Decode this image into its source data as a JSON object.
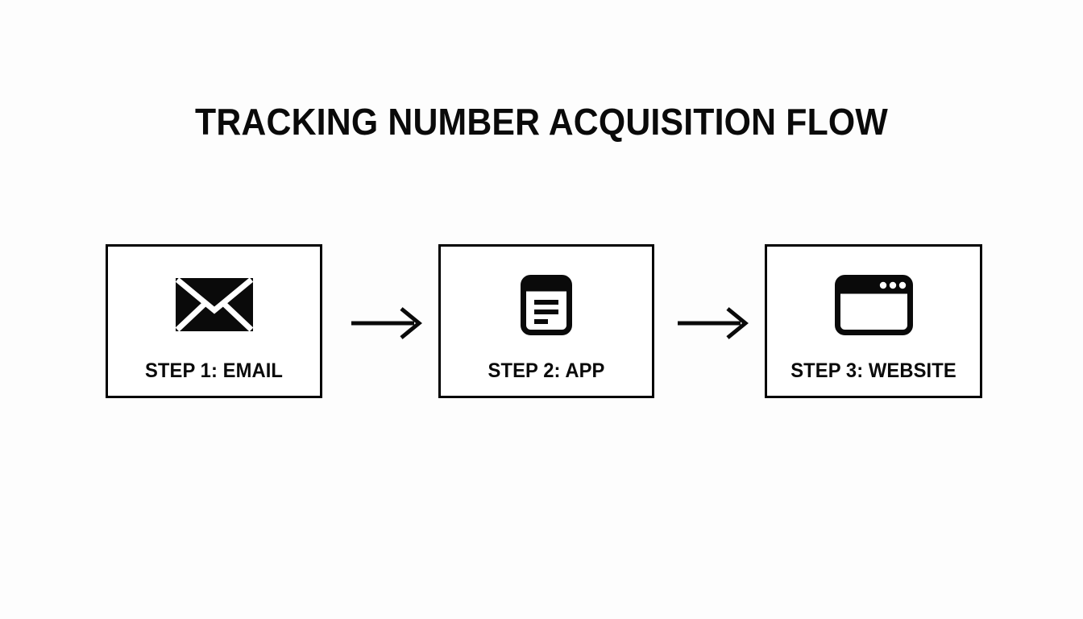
{
  "slide": {
    "background_color": "#fdfdfd",
    "ink_color": "#0a0a0a",
    "title": "TRACKING NUMBER ACQUISITION FLOW"
  },
  "flow": {
    "steps": [
      {
        "label": "STEP 1: EMAIL",
        "icon": "envelope-icon",
        "step_number": "1"
      },
      {
        "label": "STEP 2: APP",
        "icon": "mobile-app-document-icon",
        "step_number": "2"
      },
      {
        "label": "STEP 3: WEBSITE",
        "icon": "browser-window-icon",
        "step_number": "3"
      }
    ],
    "connectors": [
      {
        "icon": "arrow-right-icon"
      },
      {
        "icon": "arrow-right-icon"
      }
    ]
  }
}
